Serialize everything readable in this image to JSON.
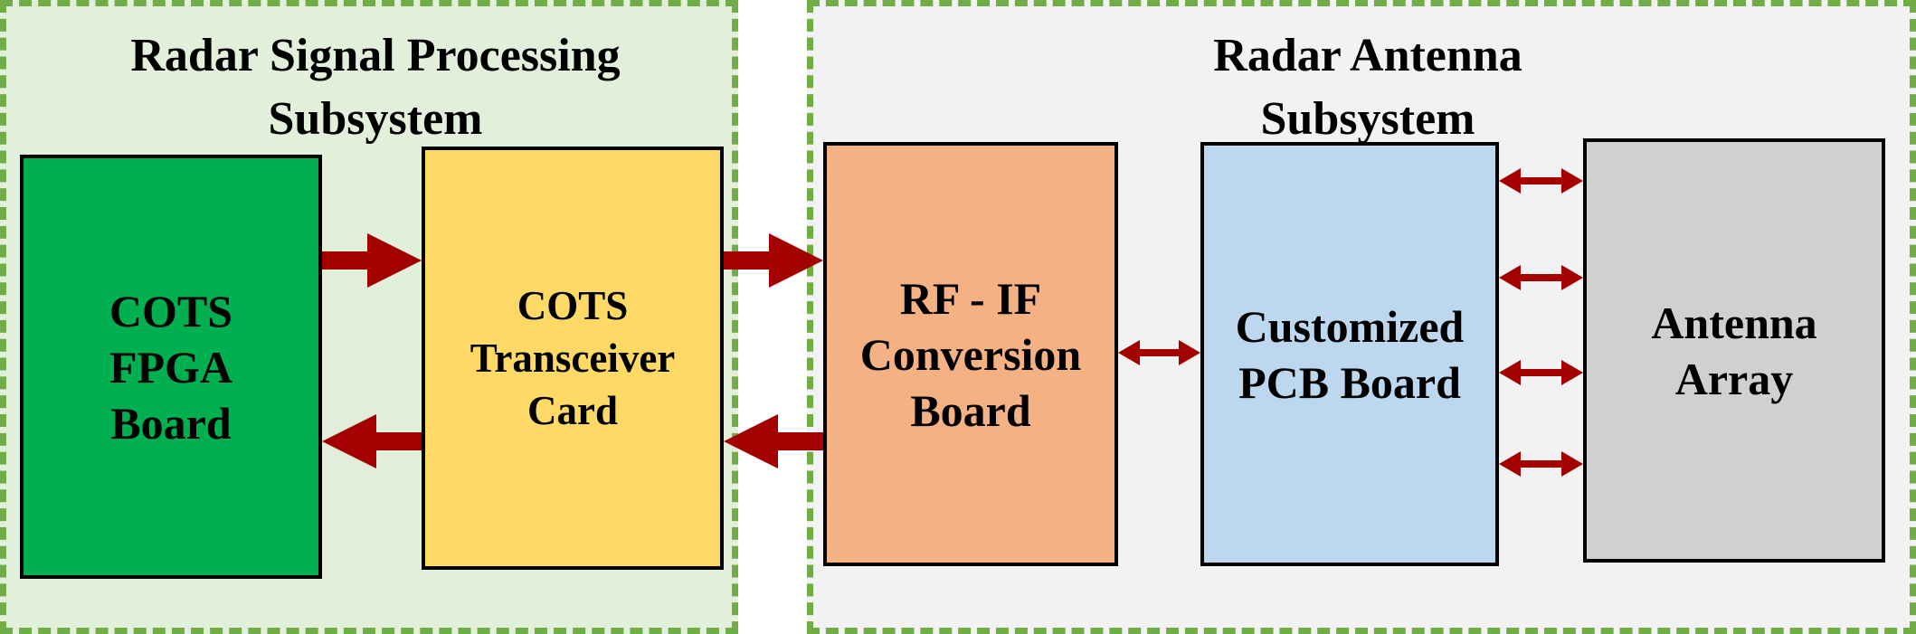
{
  "groups": {
    "signal_processing": {
      "title": "Radar Signal Processing\nSubsystem"
    },
    "antenna": {
      "title": "Radar Antenna\nSubsystem"
    }
  },
  "blocks": {
    "fpga": {
      "label": "COTS\nFPGA\nBoard"
    },
    "transceiver": {
      "label": "COTS\nTransceiver\nCard"
    },
    "rf_if": {
      "label": "RF - IF\nConversion\nBoard"
    },
    "pcb": {
      "label": "Customized\nPCB Board"
    },
    "antenna": {
      "label": "Antenna\nArray"
    }
  },
  "colors": {
    "group_border": "#70ad47",
    "group_signal_bg": "#e2efda",
    "group_antenna_bg": "#f2f2f2",
    "fpga": "#00b050",
    "transceiver": "#ffd966",
    "rf_if": "#f4b183",
    "pcb": "#bdd7ee",
    "antenna": "#d0d0d0",
    "arrow": "#a50000"
  }
}
